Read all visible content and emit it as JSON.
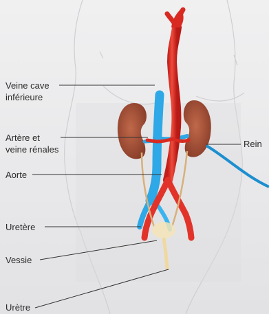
{
  "labels": {
    "ivc_line1": "Veine cave",
    "ivc_line2": "inférieure",
    "renal_line1": "Artère et",
    "renal_line2": "veine rénales",
    "aorta": "Aorte",
    "ureter": "Uretère",
    "bladder": "Vessie",
    "urethra": "Urètre",
    "kidney": "Rein"
  },
  "colors": {
    "artery": "#e2332b",
    "vein": "#2ea8e6",
    "kidney": "#a8533a",
    "leader": "#333333"
  }
}
